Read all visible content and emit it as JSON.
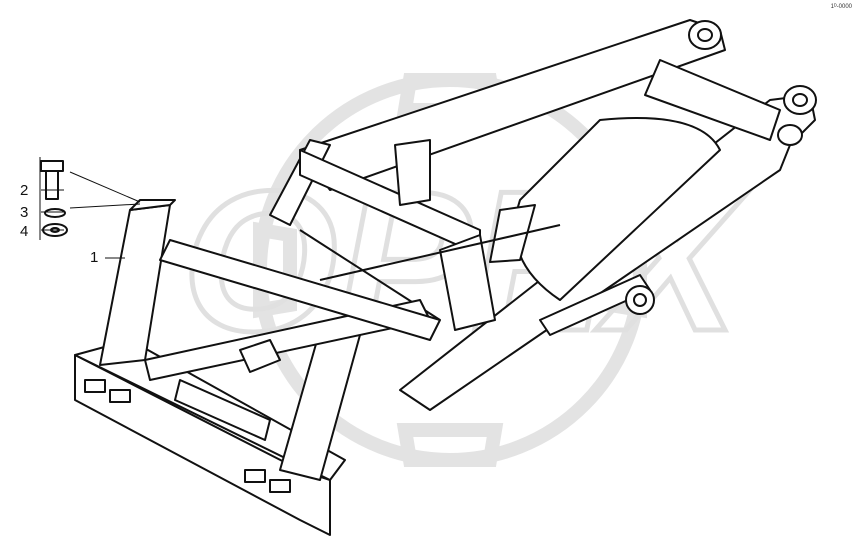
{
  "diagram": {
    "watermark_text": "OPEX",
    "corner_code": "1ᴰ-0000",
    "callouts": [
      {
        "id": "1",
        "label": "1"
      },
      {
        "id": "2",
        "label": "2"
      },
      {
        "id": "3",
        "label": "3"
      },
      {
        "id": "4",
        "label": "4"
      }
    ],
    "colors": {
      "line": "#111111",
      "watermark": "#e6e6e6",
      "fill": "#ffffff"
    }
  }
}
